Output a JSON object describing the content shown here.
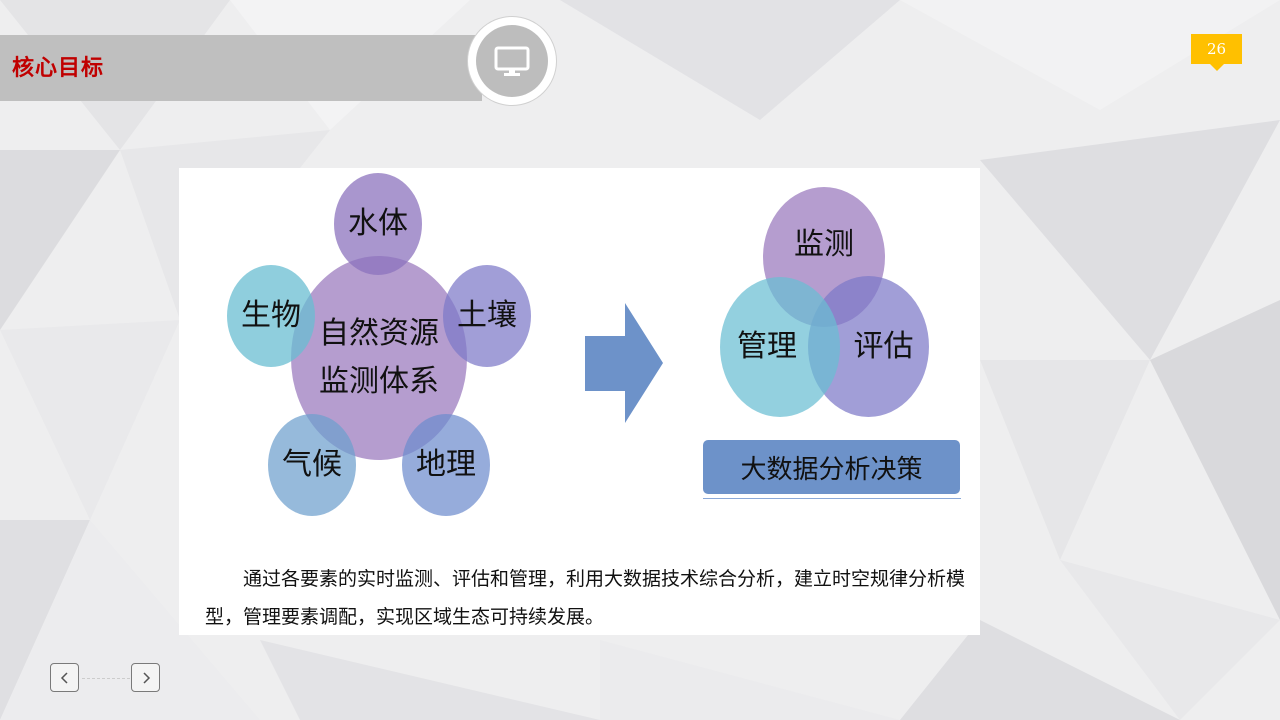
{
  "header": {
    "title": "核心目标",
    "page_number": "26"
  },
  "left_diagram": {
    "center": {
      "line1": "自然资源",
      "line2": "监测体系"
    },
    "elements": [
      "水体",
      "土壤",
      "地理",
      "气候",
      "生物"
    ]
  },
  "right_diagram": {
    "circles": [
      "监测",
      "管理",
      "评估"
    ],
    "decision_label": "大数据分析决策"
  },
  "description": "通过各要素的实时监测、评估和管理，利用大数据技术综合分析，建立时空规律分析模型，管理要素调配，实现区域生态可持续发展。",
  "colors": {
    "title_red": "#c00000",
    "badge_yellow": "#ffc000",
    "purple": "#9a83c4",
    "teal": "#7fc6d6",
    "blue": "#6d92c9"
  },
  "icons": {
    "header_icon": "monitor-icon",
    "prev": "chevron-left-icon",
    "next": "chevron-right-icon"
  }
}
